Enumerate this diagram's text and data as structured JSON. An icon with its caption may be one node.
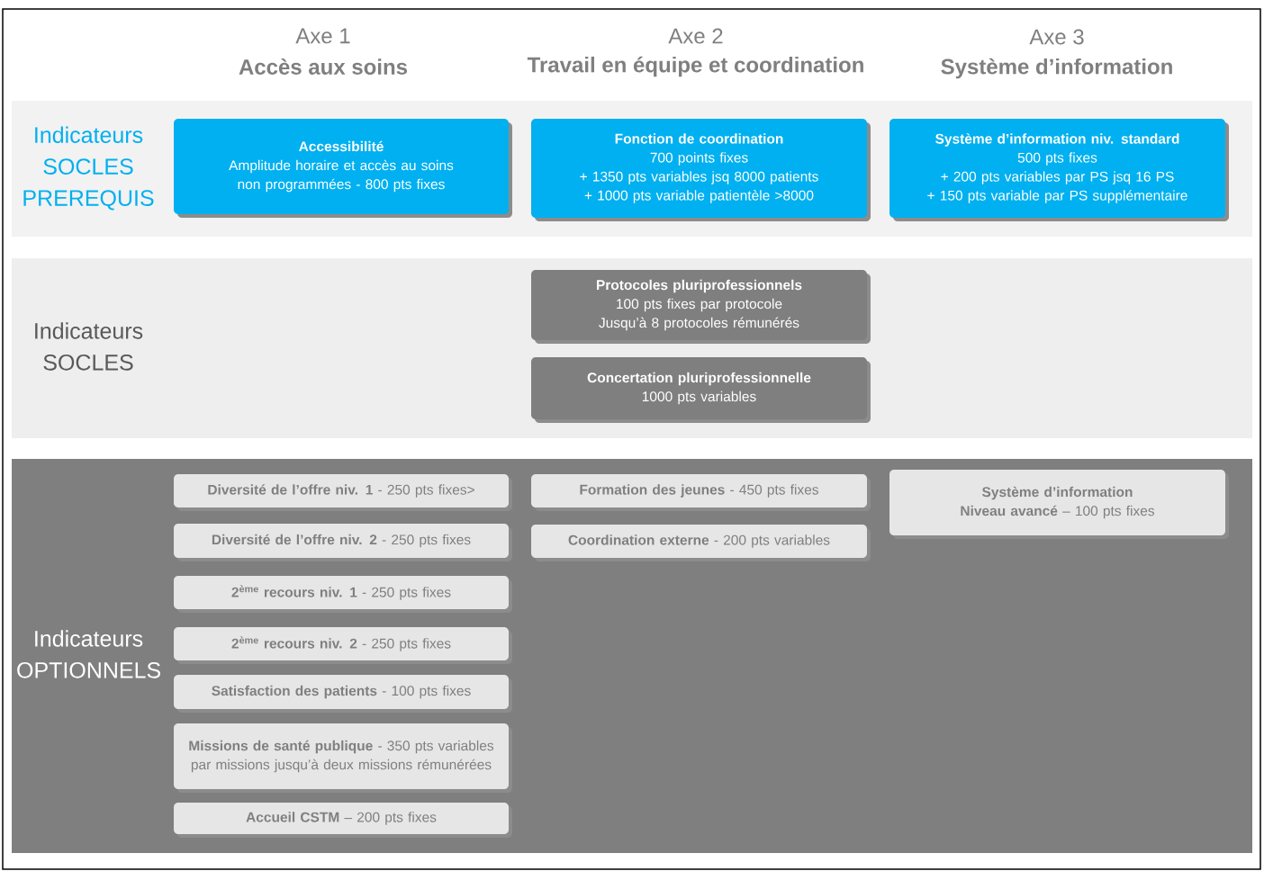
{
  "diagram": {
    "nodes": [
      {
        "text": [
          "Indicateurs SOCLES PREREQUIS"
        ]
      },
      {
        "text": [
          "Accessibilité",
          "Amplitude horaire et accès au soins non programmées - 800 pts fixes"
        ],
        "in": 0
      },
      {
        "text": [
          "Fonction de coordination",
          "700 points fixes",
          "+ 1350 pts variables jsq 8000 patients",
          "+ 1000 pts variable patientèle  >8000"
        ],
        "in": 0
      },
      {
        "text": [
          "Système d’information niv. standard",
          "500 pts fixes",
          "+ 200 pts variables par PS jsq 16 PS",
          "+ 150 pts variable par PS supplémentaire"
        ],
        "in": 0
      },
      {
        "text": [
          "Indicateurs SOCLES"
        ]
      },
      {
        "text": [
          "Protocoles pluriprofessionnels",
          "100 pts fixes par protocole",
          "Jusqu’à 8 protocoles rémunérés"
        ],
        "in": 4
      },
      {
        "text": [
          "Concertation pluriprofessionnelle",
          "1000 pts variables"
        ],
        "in": 4
      },
      {
        "text": [
          "Indicateurs OPTIONNELS"
        ]
      },
      {
        "text": [
          "**Diversité de l’offre niv. 1** - 250 pts fixes>"
        ],
        "in": 7
      },
      {
        "text": [
          "**Diversité de l’offre niv. 2** - 250 pts fixes"
        ],
        "in": 7
      },
      {
        "text": [
          "**2$^{ème}$ recours niv. 1** - 250 pts fixes"
        ],
        "in": 7
      },
      {
        "text": [
          "**2$^{ème}$ recours niv. 2** - 250 pts fixes"
        ],
        "in": 7
      },
      {
        "text": [
          "**Satisfaction des patients** - 100 pts fixes"
        ],
        "in": 7
      },
      {
        "text": [
          "**Missions de santé publique** - 350 pts variables par missions jusqu’à deux missions rémunérées"
        ],
        "in": 7
      },
      {
        "text": [
          "**Accueil CSTM** – 200 pts fixes"
        ],
        "in": 7
      },
      {
        "text": [
          "**Formation des jeunes** - 450 pts fixes"
        ],
        "in": 7
      },
      {
        "text": [
          "**Coordination externe** - 200 pts variables"
        ],
        "in": 7
      },
      {
        "text": [
          "Système d’information",
          "**Niveau avancé** – 100 pts fixes"
        ],
        "in": 7
      }
    ],
    "labels": [
      "Axe 1",
      "Axe 2",
      "Axe 3",
      "Accès aux soins",
      "Travail en équipe et coordination",
      "Système d’information"
    ]
  }
}
